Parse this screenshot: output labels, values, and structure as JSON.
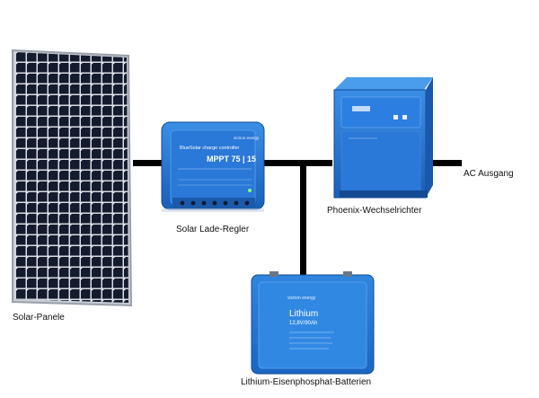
{
  "labels": {
    "solar_panel": "Solar-Panele",
    "charge_controller": "Solar Lade-Regler",
    "inverter": "Phoenix-Wechselrichter",
    "ac_output": "AC Ausgang",
    "batteries": "Lithium-Eisenphosphat-Batterien"
  },
  "device_text": {
    "controller_brand": "victron energy",
    "controller_series": "BlueSolar charge controller",
    "controller_model": "MPPT 75 | 15",
    "battery_brand": "victron energy",
    "battery_type": "Lithium",
    "battery_spec": "12,8V/90Ah"
  },
  "colors": {
    "victron_blue": "#1f6fd0",
    "panel_cell": "#141a2c",
    "wire": "#000000"
  }
}
